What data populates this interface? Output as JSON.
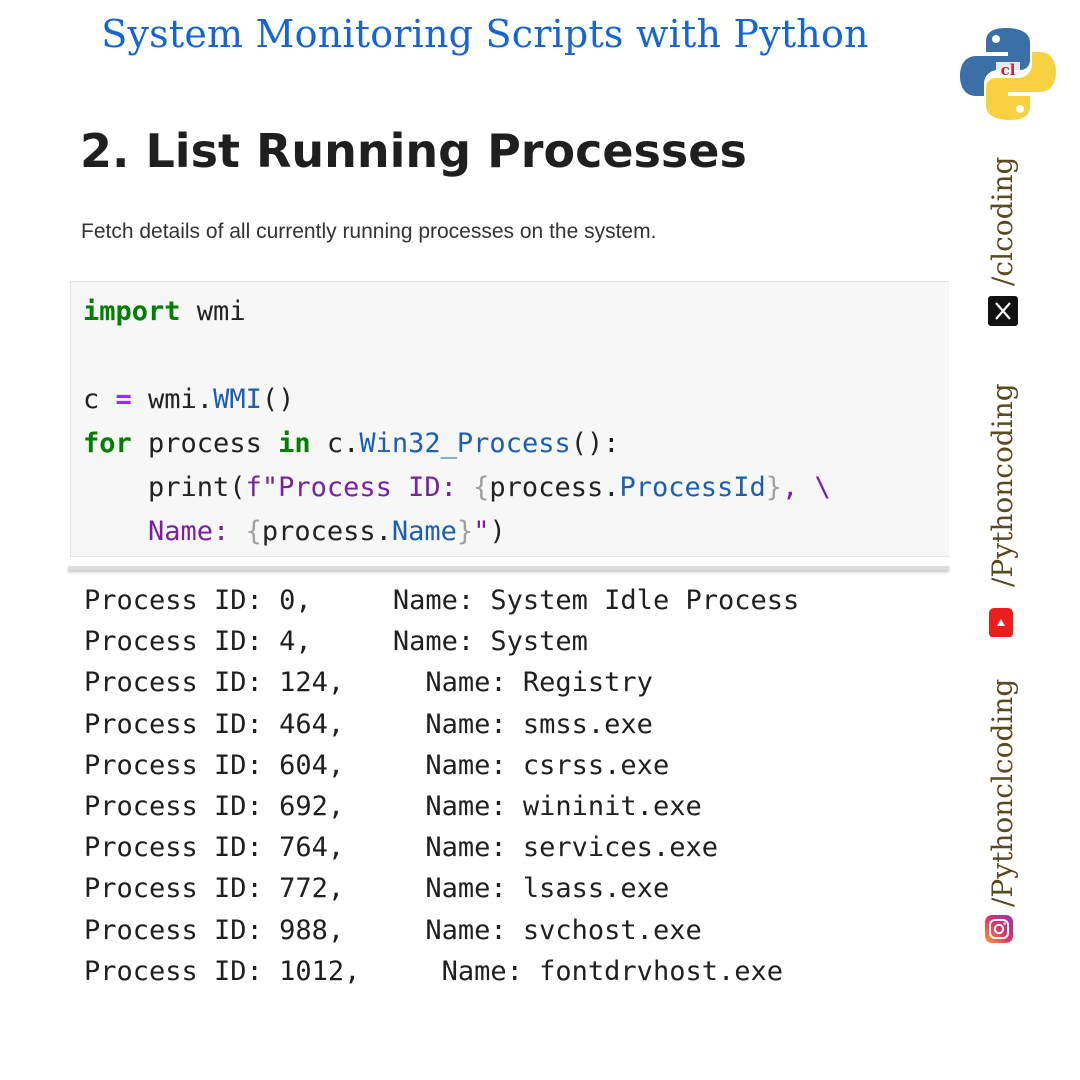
{
  "banner": {
    "title": "System Monitoring Scripts with Python"
  },
  "heading": "2. List Running Processes",
  "description": "Fetch details of all currently running processes on the system.",
  "code": {
    "line1": {
      "kw": "import",
      "rest": " wmi"
    },
    "line3": {
      "a": "c ",
      "op": "=",
      "b": " wmi.",
      "attr": "WMI",
      "c": "()"
    },
    "line4": {
      "kw1": "for",
      "a": " process ",
      "kw2": "in",
      "b": " c.",
      "attr": "Win32_Process",
      "c": "():"
    },
    "line5": {
      "indent": "    ",
      "a": "print(",
      "fstr": "f\"Process ID: ",
      "ob": "{",
      "b": "process.",
      "attr": "ProcessId",
      "cb": "}",
      "c": ", \\"
    },
    "line6": {
      "indent": "    ",
      "strname": "Name: ",
      "ob": "{",
      "b": "process.",
      "attr": "Name",
      "cb": "}",
      "fend": "\"",
      "c": ")"
    }
  },
  "output": [
    "Process ID: 0,     Name: System Idle Process",
    "Process ID: 4,     Name: System",
    "Process ID: 124,     Name: Registry",
    "Process ID: 464,     Name: smss.exe",
    "Process ID: 604,     Name: csrss.exe",
    "Process ID: 692,     Name: wininit.exe",
    "Process ID: 764,     Name: services.exe",
    "Process ID: 772,     Name: lsass.exe",
    "Process ID: 988,     Name: svchost.exe",
    "Process ID: 1012,     Name: fontdrvhost.exe"
  ],
  "social": {
    "x_handle": "/clcoding",
    "youtube_handle": "/Pythoncoding",
    "instagram_handle": "/Pythonclcoding"
  },
  "icons": {
    "logo": "python-logo-icon",
    "x": "x-logo-icon",
    "youtube": "youtube-icon",
    "instagram": "instagram-icon"
  },
  "colors": {
    "title": "#1565d8",
    "keyword": "#008000",
    "operator": "#aa22ff",
    "attribute": "#1a5fb4",
    "string": "#ba2121",
    "handle": "#5a4a20"
  }
}
